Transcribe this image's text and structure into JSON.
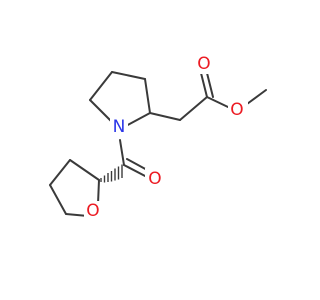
{
  "molecule": {
    "atoms": {
      "n1": {
        "element": "N",
        "color": "#2b36e8"
      },
      "o_ester_carbonyl": {
        "element": "O",
        "color": "#ec1b23"
      },
      "o_ester_single": {
        "element": "O",
        "color": "#ec1b23"
      },
      "o_amide": {
        "element": "O",
        "color": "#ec1b23"
      },
      "o_ring": {
        "element": "O",
        "color": "#ec1b23"
      }
    },
    "bond_color": "#3a3a3a",
    "background": "#ffffff"
  }
}
